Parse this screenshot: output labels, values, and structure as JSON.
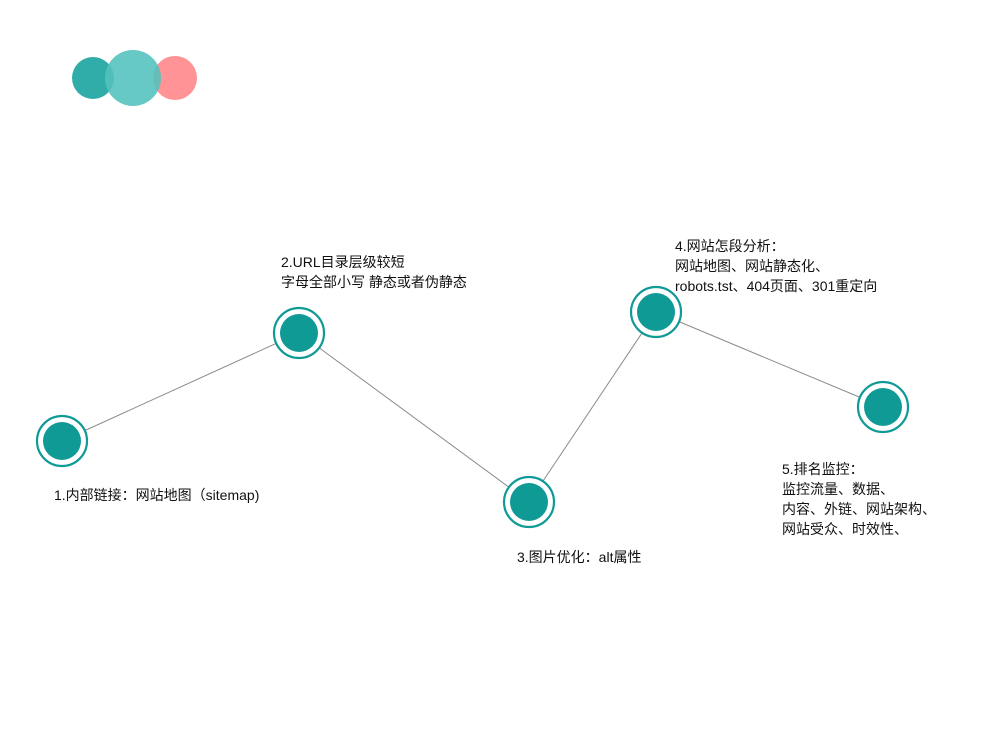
{
  "colors": {
    "node_fill": "#0f9a96",
    "node_ring": "#0f9a96",
    "connector": "#8a8a8a",
    "logo_teal_dark": "#1fa6a2",
    "logo_teal_light": "#52c1bd",
    "logo_pink": "#ff8a8c"
  },
  "logo": {
    "icon": "overlapping-circles-logo"
  },
  "steps": [
    {
      "id": "1",
      "lines": [
        "1.内部链接：网站地图（sitemap)"
      ]
    },
    {
      "id": "2",
      "lines": [
        "2.URL目录层级较短",
        "字母全部小写 静态或者伪静态"
      ]
    },
    {
      "id": "3",
      "lines": [
        "3.图片优化：alt属性"
      ]
    },
    {
      "id": "4",
      "lines": [
        "4.网站怎段分析：",
        "网站地图、网站静态化、",
        "robots.tst、404页面、301重定向"
      ]
    },
    {
      "id": "5",
      "lines": [
        "5.排名监控：",
        "监控流量、数据、",
        "内容、外链、网站架构、",
        "网站受众、时效性、"
      ]
    }
  ]
}
